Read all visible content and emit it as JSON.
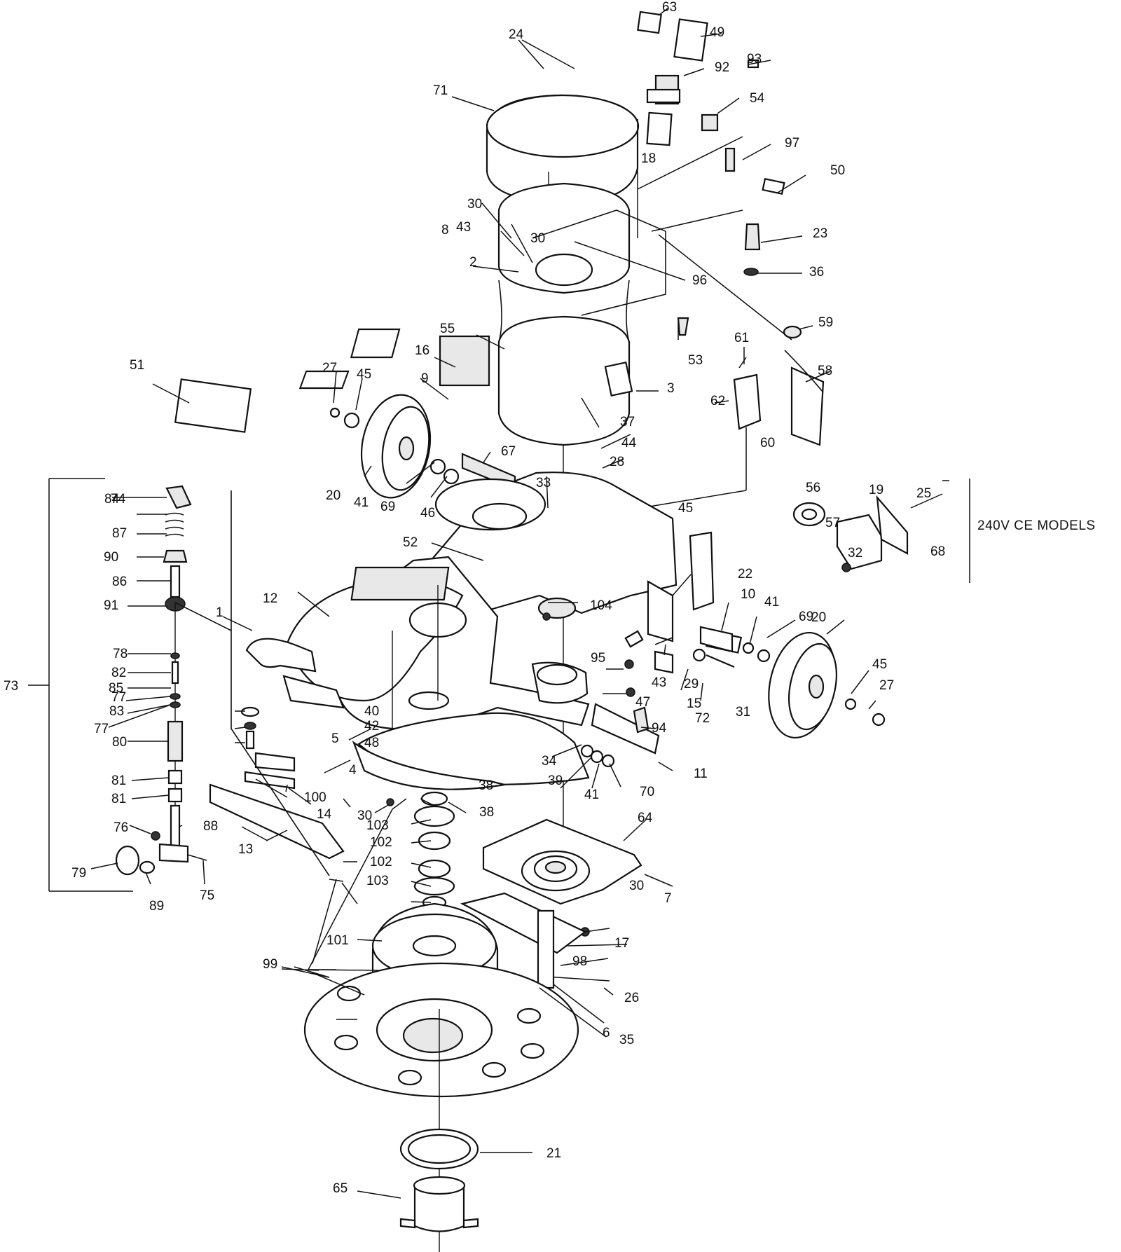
{
  "diagram": {
    "note_240v": "240V CE MODELS",
    "labels": [
      "1",
      "2",
      "3",
      "4",
      "5",
      "6",
      "7",
      "8",
      "9",
      "10",
      "11",
      "12",
      "13",
      "14",
      "15",
      "16",
      "17",
      "18",
      "19",
      "20",
      "20",
      "21",
      "22",
      "23",
      "24",
      "25",
      "26",
      "27",
      "27",
      "28",
      "29",
      "30",
      "30",
      "30",
      "30",
      "31",
      "32",
      "33",
      "34",
      "35",
      "36",
      "37",
      "38",
      "38",
      "39",
      "40",
      "41",
      "41",
      "41",
      "42",
      "43",
      "43",
      "44",
      "45",
      "45",
      "45",
      "46",
      "47",
      "48",
      "49",
      "50",
      "51",
      "52",
      "53",
      "54",
      "55",
      "56",
      "57",
      "58",
      "59",
      "60",
      "61",
      "62",
      "63",
      "64",
      "65",
      "67",
      "68",
      "69",
      "69",
      "70",
      "71",
      "72",
      "73",
      "74",
      "75",
      "76",
      "77",
      "77",
      "78",
      "79",
      "80",
      "81",
      "81",
      "82",
      "83",
      "84",
      "85",
      "86",
      "87",
      "88",
      "89",
      "90",
      "91",
      "92",
      "93",
      "94",
      "95",
      "96",
      "97",
      "98",
      "99",
      "100",
      "101",
      "102",
      "102",
      "103",
      "103",
      "104"
    ]
  }
}
